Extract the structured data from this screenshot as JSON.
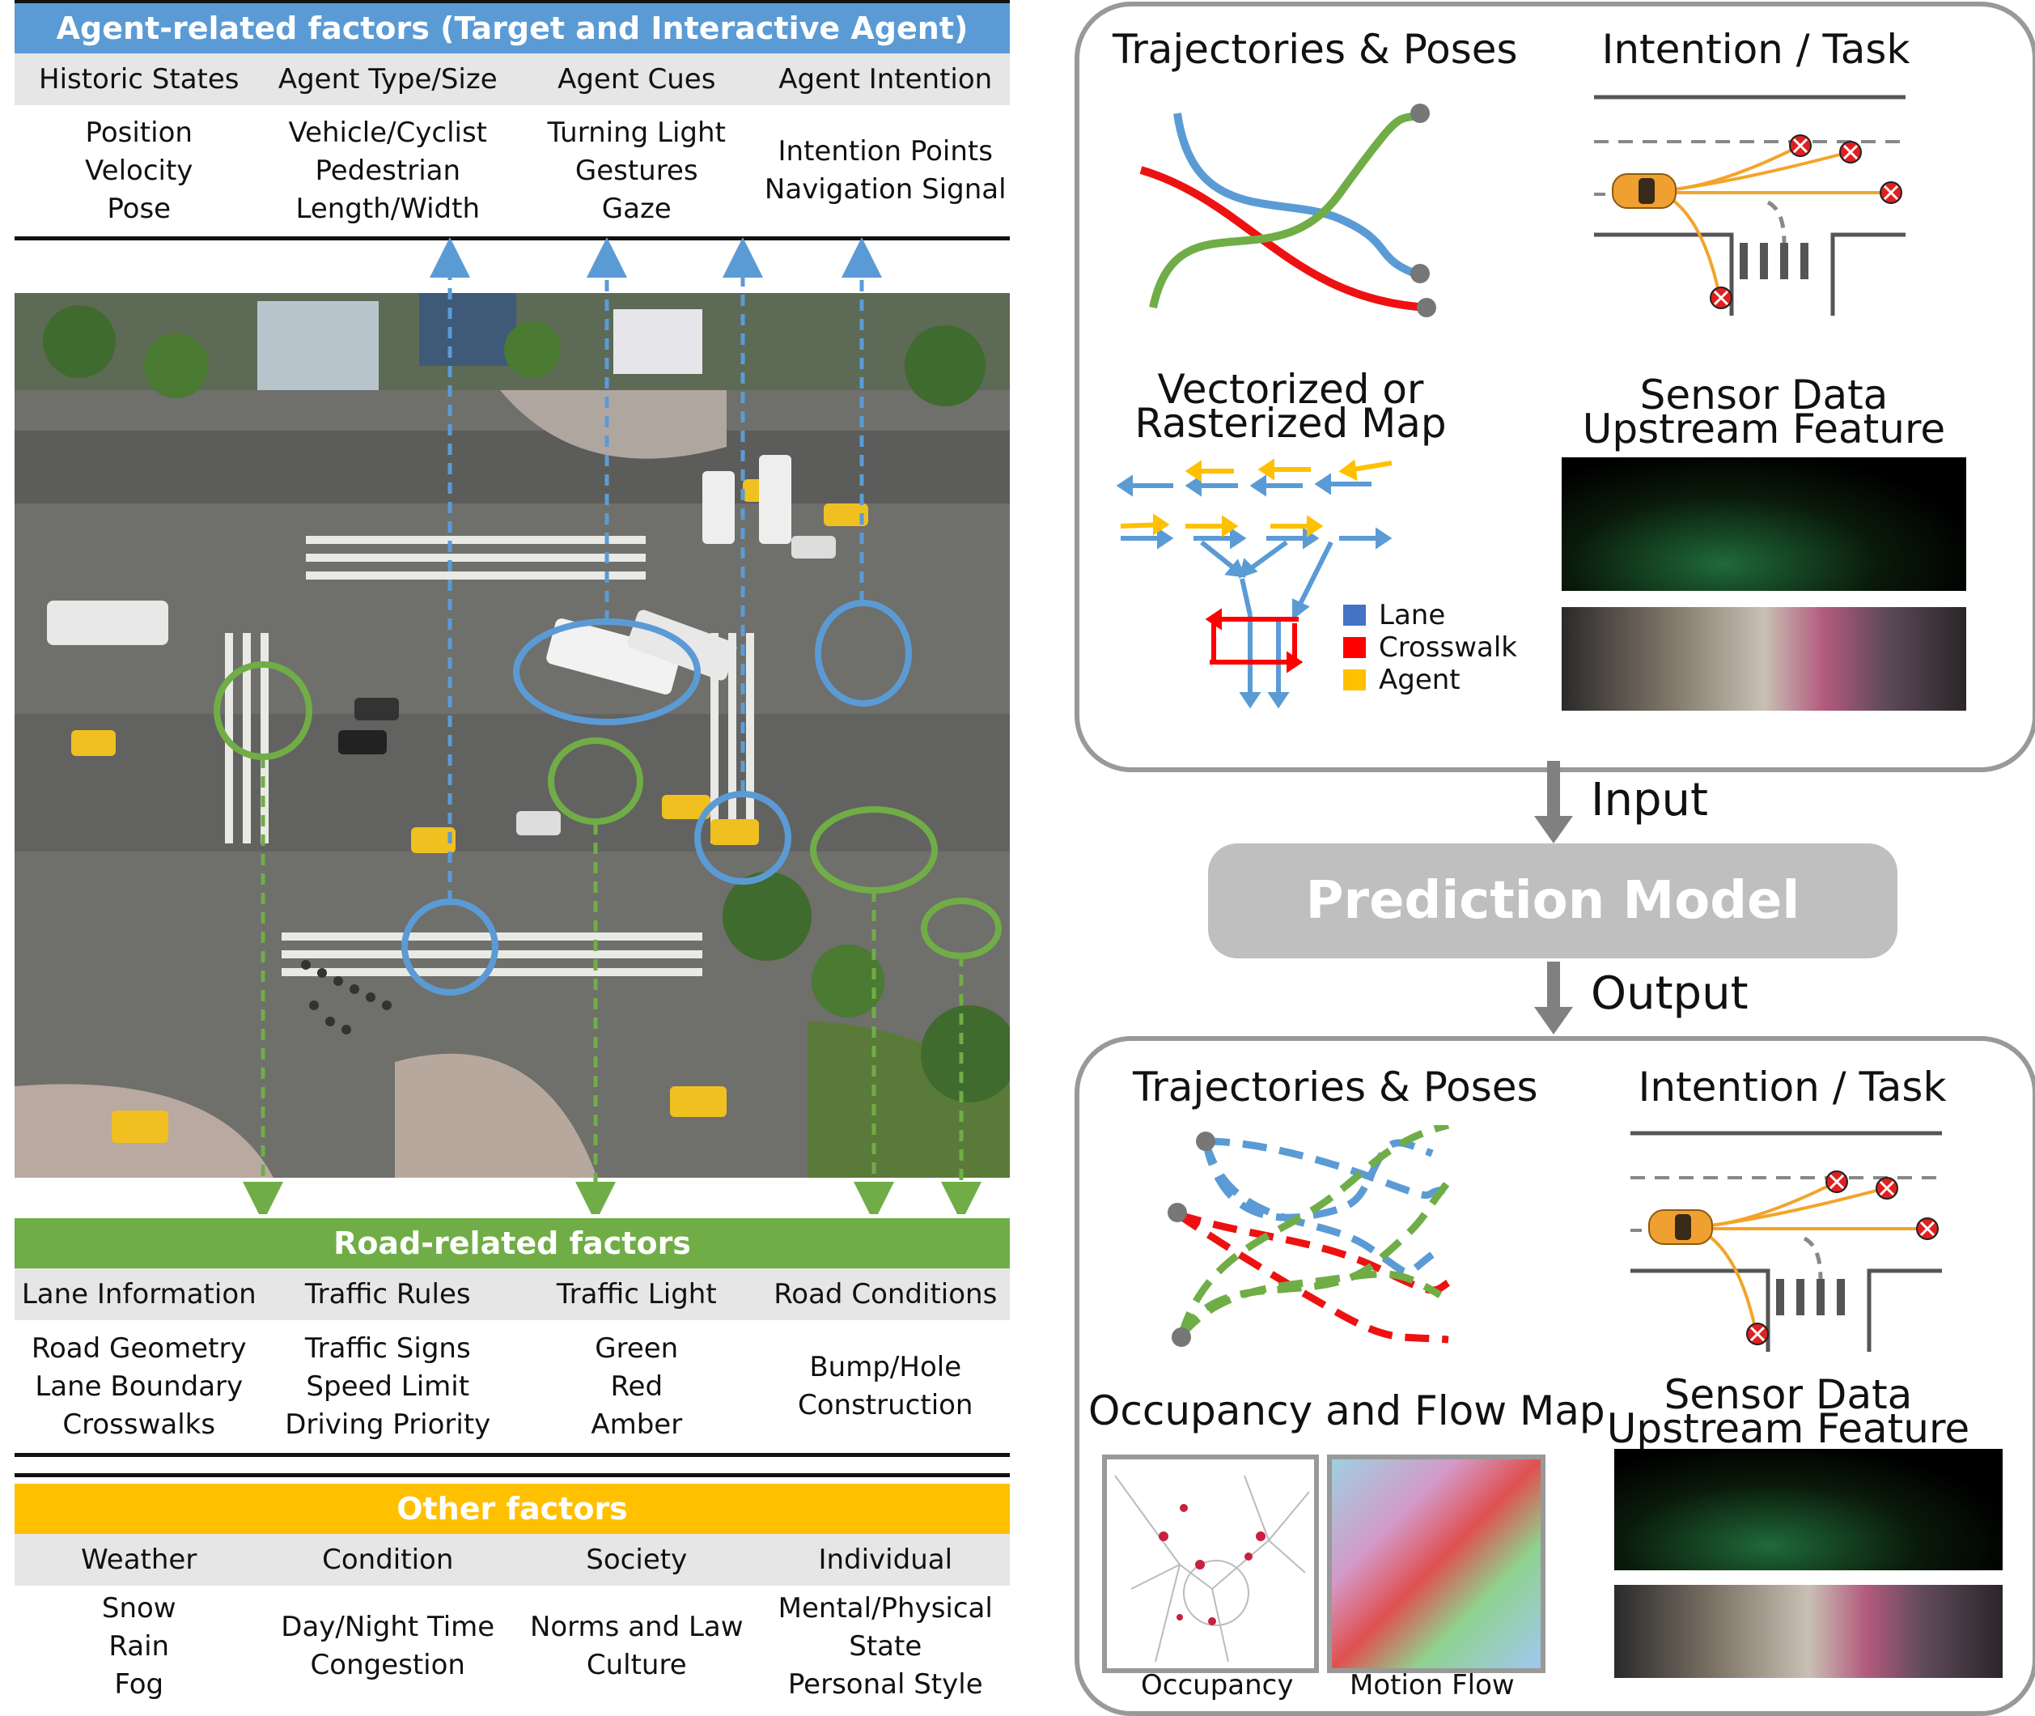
{
  "agent_factors": {
    "title": "Agent-related factors (Target and Interactive Agent)",
    "color": "#5b9bd5",
    "columns": [
      "Historic States",
      "Agent Type/Size",
      "Agent Cues",
      "Agent Intention"
    ],
    "values": [
      [
        "Position",
        "Velocity",
        "Pose"
      ],
      [
        "Vehicle/Cyclist",
        "Pedestrian",
        "Length/Width"
      ],
      [
        "Turning Light",
        "Gestures",
        "Gaze"
      ],
      [
        "Intention Points",
        "Navigation Signal"
      ]
    ]
  },
  "road_factors": {
    "title": "Road-related factors",
    "color": "#70ad47",
    "columns": [
      "Lane Information",
      "Traffic Rules",
      "Traffic Light",
      "Road Conditions"
    ],
    "values": [
      [
        "Road Geometry",
        "Lane Boundary",
        "Crosswalks"
      ],
      [
        "Traffic Signs",
        "Speed Limit",
        "Driving Priority"
      ],
      [
        "Green",
        "Red",
        "Amber"
      ],
      [
        "Bump/Hole",
        "Construction"
      ]
    ]
  },
  "other_factors": {
    "title": "Other factors",
    "color": "#ffc000",
    "columns": [
      "Weather",
      "Condition",
      "Society",
      "Individual"
    ],
    "values": [
      [
        "Snow",
        "Rain",
        "Fog"
      ],
      [
        "Day/Night Time",
        "Congestion"
      ],
      [
        "Norms and Law",
        "Culture"
      ],
      [
        "Mental/Physical",
        "State",
        "Personal Style"
      ]
    ]
  },
  "input_panel": {
    "traj_title": "Trajectories & Poses",
    "intent_title": "Intention / Task",
    "map_title_1": "Vectorized or",
    "map_title_2": "Rasterized Map",
    "sensor_title_1": "Sensor Data",
    "sensor_title_2": "Upstream Feature",
    "legend": [
      {
        "label": "Lane",
        "color": "#4472c4"
      },
      {
        "label": "Crosswalk",
        "color": "#ff0000"
      },
      {
        "label": "Agent",
        "color": "#ffc000"
      }
    ]
  },
  "flow": {
    "input_label": "Input",
    "model_label": "Prediction Model",
    "output_label": "Output"
  },
  "output_panel": {
    "traj_title": "Trajectories & Poses",
    "intent_title": "Intention / Task",
    "occ_title": "Occupancy and Flow Map",
    "sensor_title_1": "Sensor Data",
    "sensor_title_2": "Upstream Feature",
    "occ_label": "Occupancy",
    "flow_label": "Motion Flow"
  }
}
